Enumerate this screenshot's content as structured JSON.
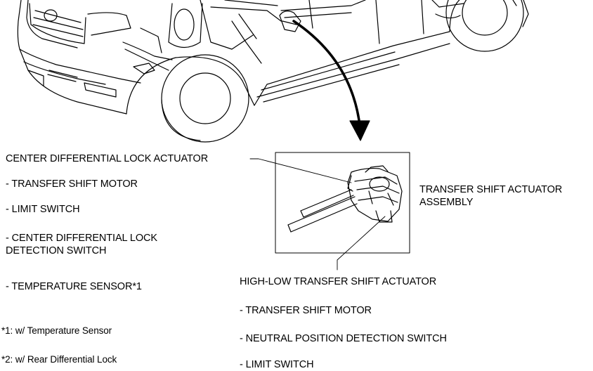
{
  "labels": {
    "center_lock_actuator": "CENTER DIFFERENTIAL LOCK ACTUATOR",
    "center_items": [
      "- TRANSFER SHIFT MOTOR",
      "- LIMIT SWITCH",
      "- CENTER DIFFERENTIAL LOCK",
      "DETECTION SWITCH",
      "- TEMPERATURE SENSOR*1"
    ],
    "assembly_line1": "TRANSFER SHIFT ACTUATOR",
    "assembly_line2": "ASSEMBLY",
    "high_low_actuator": "HIGH-LOW TRANSFER SHIFT ACTUATOR",
    "high_low_items": [
      "- TRANSFER SHIFT MOTOR",
      "- NEUTRAL POSITION DETECTION SWITCH",
      "- LIMIT SWITCH"
    ]
  },
  "footnotes": [
    "*1: w/ Temperature Sensor",
    "*2: w/ Rear Differential Lock"
  ]
}
